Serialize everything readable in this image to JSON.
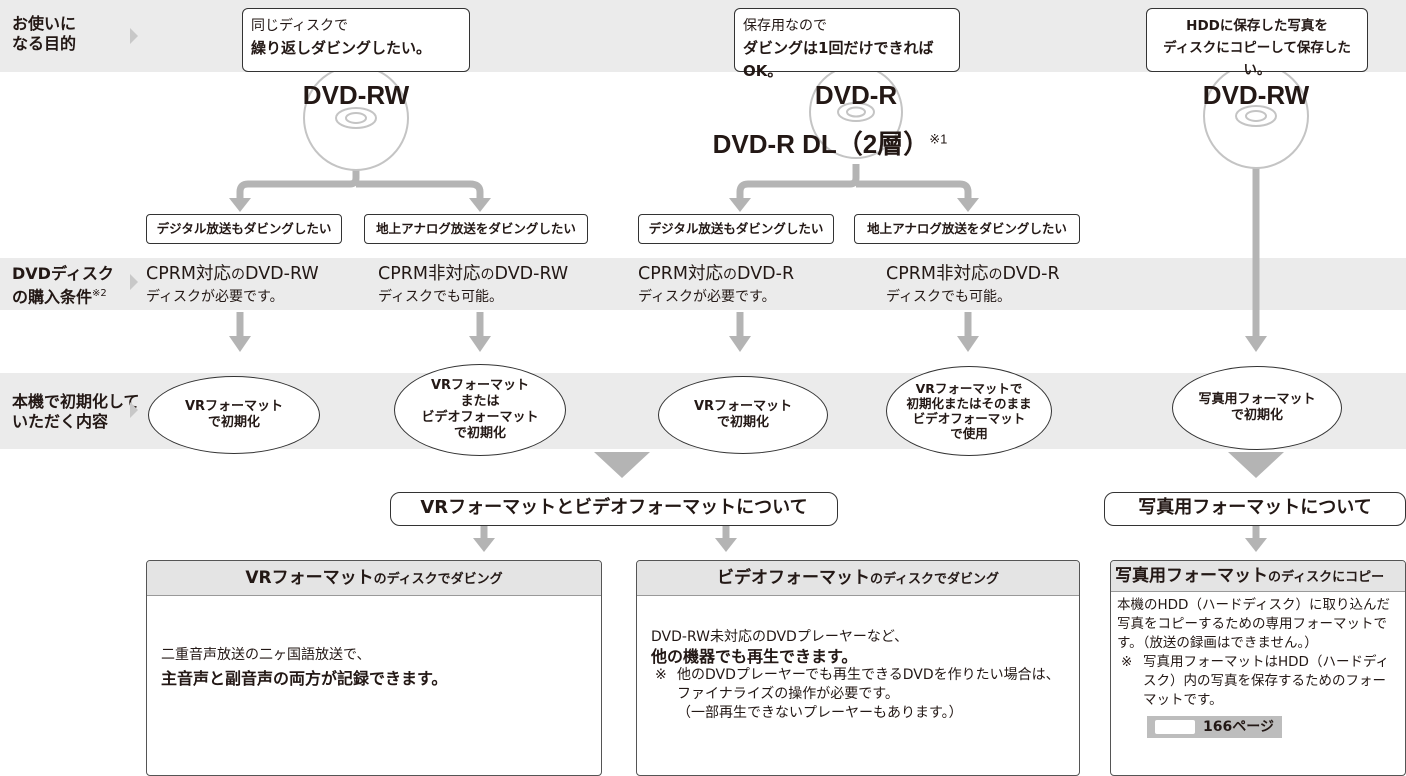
{
  "rows": {
    "purpose": [
      "お使いに",
      "なる目的"
    ],
    "conditions": [
      "DVDディスク",
      "の購入条件"
    ],
    "conditions_note_mark": "※2",
    "init": [
      "本機で初期化して",
      "いただく内容"
    ]
  },
  "purposes": [
    {
      "line1": "同じディスクで",
      "line2": "繰り返しダビングしたい。"
    },
    {
      "line1": "保存用なので",
      "line2": "ダビングは1回だけできればOK。"
    },
    {
      "line1": "HDDに保存した写真を",
      "line2": "ディスクにコピーして保存したい。"
    }
  ],
  "discs": {
    "rw1": "DVD-RW",
    "r": "DVD-R",
    "rdl": "DVD-R DL（2層）",
    "rdl_note": "※1",
    "rw2": "DVD-RW"
  },
  "needs": [
    "デジタル放送もダビングしたい",
    "地上アナログ放送をダビングしたい",
    "デジタル放送もダビングしたい",
    "地上アナログ放送をダビングしたい"
  ],
  "conditions": [
    {
      "a": "CPRM対応",
      "b": "の",
      "c": "DVD-RW",
      "sub": "ディスクが必要です。"
    },
    {
      "a": "CPRM非対応",
      "b": "の",
      "c": "DVD-RW",
      "sub": "ディスクでも可能。"
    },
    {
      "a": "CPRM対応",
      "b": "の",
      "c": "DVD-R",
      "sub": "ディスクが必要です。"
    },
    {
      "a": "CPRM非対応",
      "b": "の",
      "c": "DVD-R",
      "sub": "ディスクでも可能。"
    }
  ],
  "inits": [
    [
      "VRフォーマット",
      "で初期化"
    ],
    [
      "VRフォーマット",
      "または",
      "ビデオフォーマット",
      "で初期化"
    ],
    [
      "VRフォーマット",
      "で初期化"
    ],
    [
      "VRフォーマットで",
      "初期化またはそのまま",
      "ビデオフォーマット",
      "で使用"
    ],
    [
      "写真用フォーマット",
      "で初期化"
    ]
  ],
  "about": {
    "vr_video": "VRフォーマットとビデオフォーマットについて",
    "photo": "写真用フォーマットについて"
  },
  "panels": {
    "vr": {
      "title_main": "VRフォーマット",
      "title_sub": "のディスクでダビング",
      "line1": "二重音声放送の二ヶ国語放送で、",
      "line2": "主音声と副音声の両方が記録できます。"
    },
    "video": {
      "title_main": "ビデオフォーマット",
      "title_sub": "のディスクでダビング",
      "line1": "DVD-RW未対応のDVDプレーヤーなど、",
      "line2": "他の機器でも再生できます。",
      "note_mark": "※",
      "note1": "他のDVDプレーヤーでも再生できるDVDを作りたい場合は、ファイナライズの操作が必要です。",
      "note2": "（一部再生できないプレーヤーもあります。）"
    },
    "photo": {
      "title_main": "写真用フォーマット",
      "title_sub": "のディスクにコピー",
      "body": "本機のHDD（ハードディスク）に取り込んだ写真をコピーするための専用フォーマットです。（放送の録画はできません。）",
      "note_mark": "※",
      "note": "写真用フォーマットはHDD（ハードディスク）内の写真を保存するためのフォーマットです。",
      "page_ref": "166ページ"
    }
  },
  "colors": {
    "band": "#ebebeb",
    "arrow": "#b4b4b4",
    "panel_head": "#e4e4e4"
  }
}
